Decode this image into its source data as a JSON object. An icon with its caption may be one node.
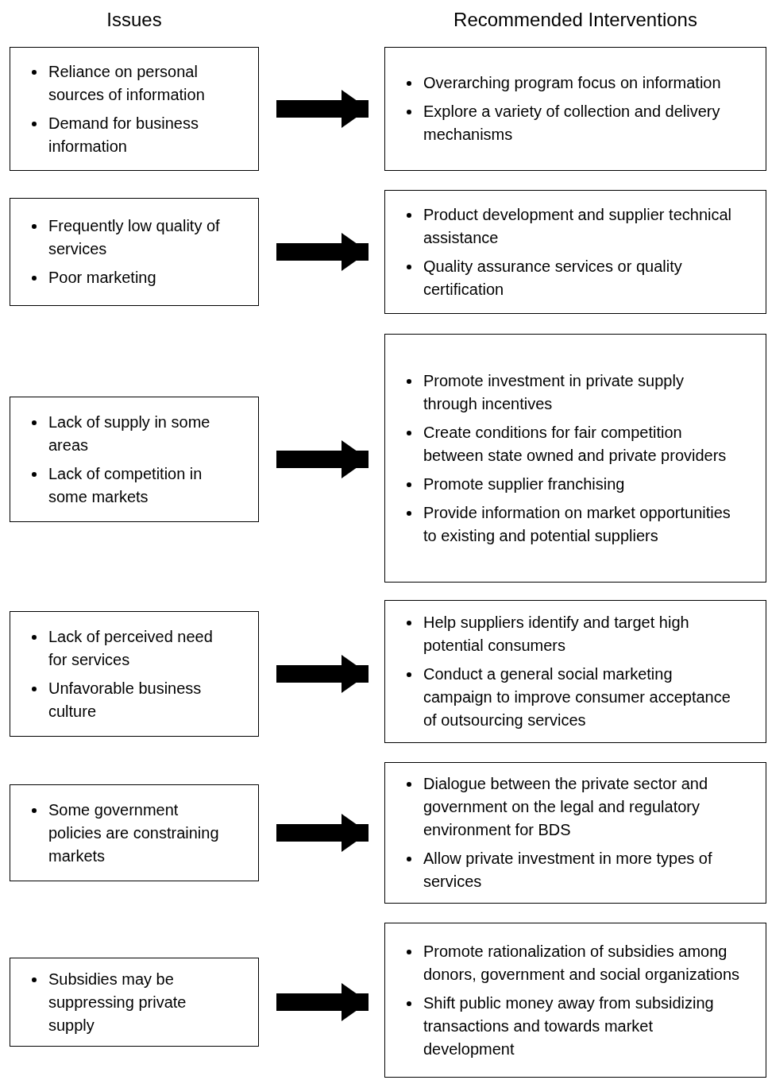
{
  "diagram": {
    "nodes": [
      {
        "text": [
          "Reliance on personal sources of information",
          "Demand for business information"
        ]
      },
      {
        "text": [
          "Overarching program focus on information",
          "Explore a variety of collection and delivery mechanisms"
        ]
      },
      {
        "text": [
          "Frequently low quality of services",
          "Poor marketing"
        ]
      },
      {
        "text": [
          "Product development and supplier technical assistance",
          "Quality assurance services or quality certification"
        ]
      },
      {
        "text": [
          "Lack of supply in some areas",
          "Lack of competition in some markets"
        ]
      },
      {
        "text": [
          "Promote investment in private supply through incentives",
          "Create conditions for fair competition between state owned and private providers",
          "Promote supplier franchising",
          "Provide information on market opportunities to existing and potential suppliers"
        ]
      },
      {
        "text": [
          "Lack of perceived need for services",
          "Unfavorable business culture"
        ]
      },
      {
        "text": [
          "Help suppliers identify and target high potential consumers",
          "Conduct a general social marketing campaign to improve consumer acceptance of outsourcing services"
        ]
      },
      {
        "text": [
          "Some government policies are constraining markets"
        ]
      },
      {
        "text": [
          "Dialogue between the private sector and government on the legal and regulatory environment for BDS",
          "Allow private investment in more types of services"
        ]
      },
      {
        "text": [
          "Subsidies may be suppressing private supply"
        ]
      },
      {
        "text": [
          "Promote rationalization of subsidies among donors, government and social organizations",
          "Shift public money away from subsidizing transactions and towards market development"
        ]
      }
    ],
    "edges": [
      {
        "from": 0,
        "to": 1,
        "arrow": "to"
      },
      {
        "from": 2,
        "to": 3,
        "arrow": "to"
      },
      {
        "from": 4,
        "to": 5,
        "arrow": "to"
      },
      {
        "from": 6,
        "to": 7,
        "arrow": "to"
      },
      {
        "from": 8,
        "to": 9,
        "arrow": "to"
      },
      {
        "from": 10,
        "to": 11,
        "arrow": "to"
      }
    ],
    "labels": [
      "Issues",
      "Recommended Interventions"
    ]
  }
}
